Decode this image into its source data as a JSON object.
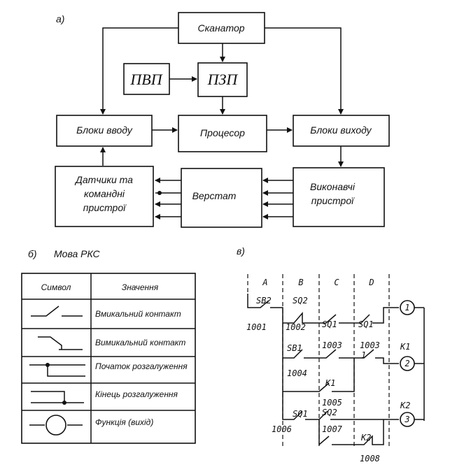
{
  "part_a": {
    "label": "а)",
    "blocks": {
      "scanner": "Сканатор",
      "pvp": "ПВП",
      "pzp": "ПЗП",
      "input": "Блоки вводу",
      "cpu": "Процесор",
      "output": "Блоки виходу",
      "sensors": [
        "Датчики та",
        "командні",
        "пристрої"
      ],
      "machine": "Верстат",
      "actuators": [
        "Виконавчі",
        "пристрої"
      ]
    }
  },
  "part_b": {
    "label": "б)",
    "title": "Мова РКС",
    "header": {
      "symbol": "Символ",
      "meaning": "Значення"
    },
    "rows": [
      {
        "icon": "normally-open-contact-icon",
        "meaning": "Вмикальний контакт"
      },
      {
        "icon": "normally-closed-contact-icon",
        "meaning": "Вимикальний контакт"
      },
      {
        "icon": "branch-start-icon",
        "meaning": "Початок розгалуження"
      },
      {
        "icon": "branch-end-icon",
        "meaning": "Кінець розгалуження"
      },
      {
        "icon": "coil-output-icon",
        "meaning": "Функція (вихід)"
      }
    ]
  },
  "part_c": {
    "label": "в)",
    "columns": [
      "A",
      "B",
      "C",
      "D"
    ],
    "contacts": [
      "SB2",
      "SQ2",
      "SQ1",
      "SQ1",
      "SB1",
      "K1",
      "SQ1",
      "SQ2",
      "K2"
    ],
    "addresses": [
      "1001",
      "1002",
      "1003",
      "1003",
      "1004",
      "1005",
      "1006",
      "1007",
      "1008"
    ],
    "sub_label": "1",
    "coils": [
      "K1",
      "K2"
    ],
    "outputs": [
      "1",
      "2",
      "3"
    ]
  }
}
